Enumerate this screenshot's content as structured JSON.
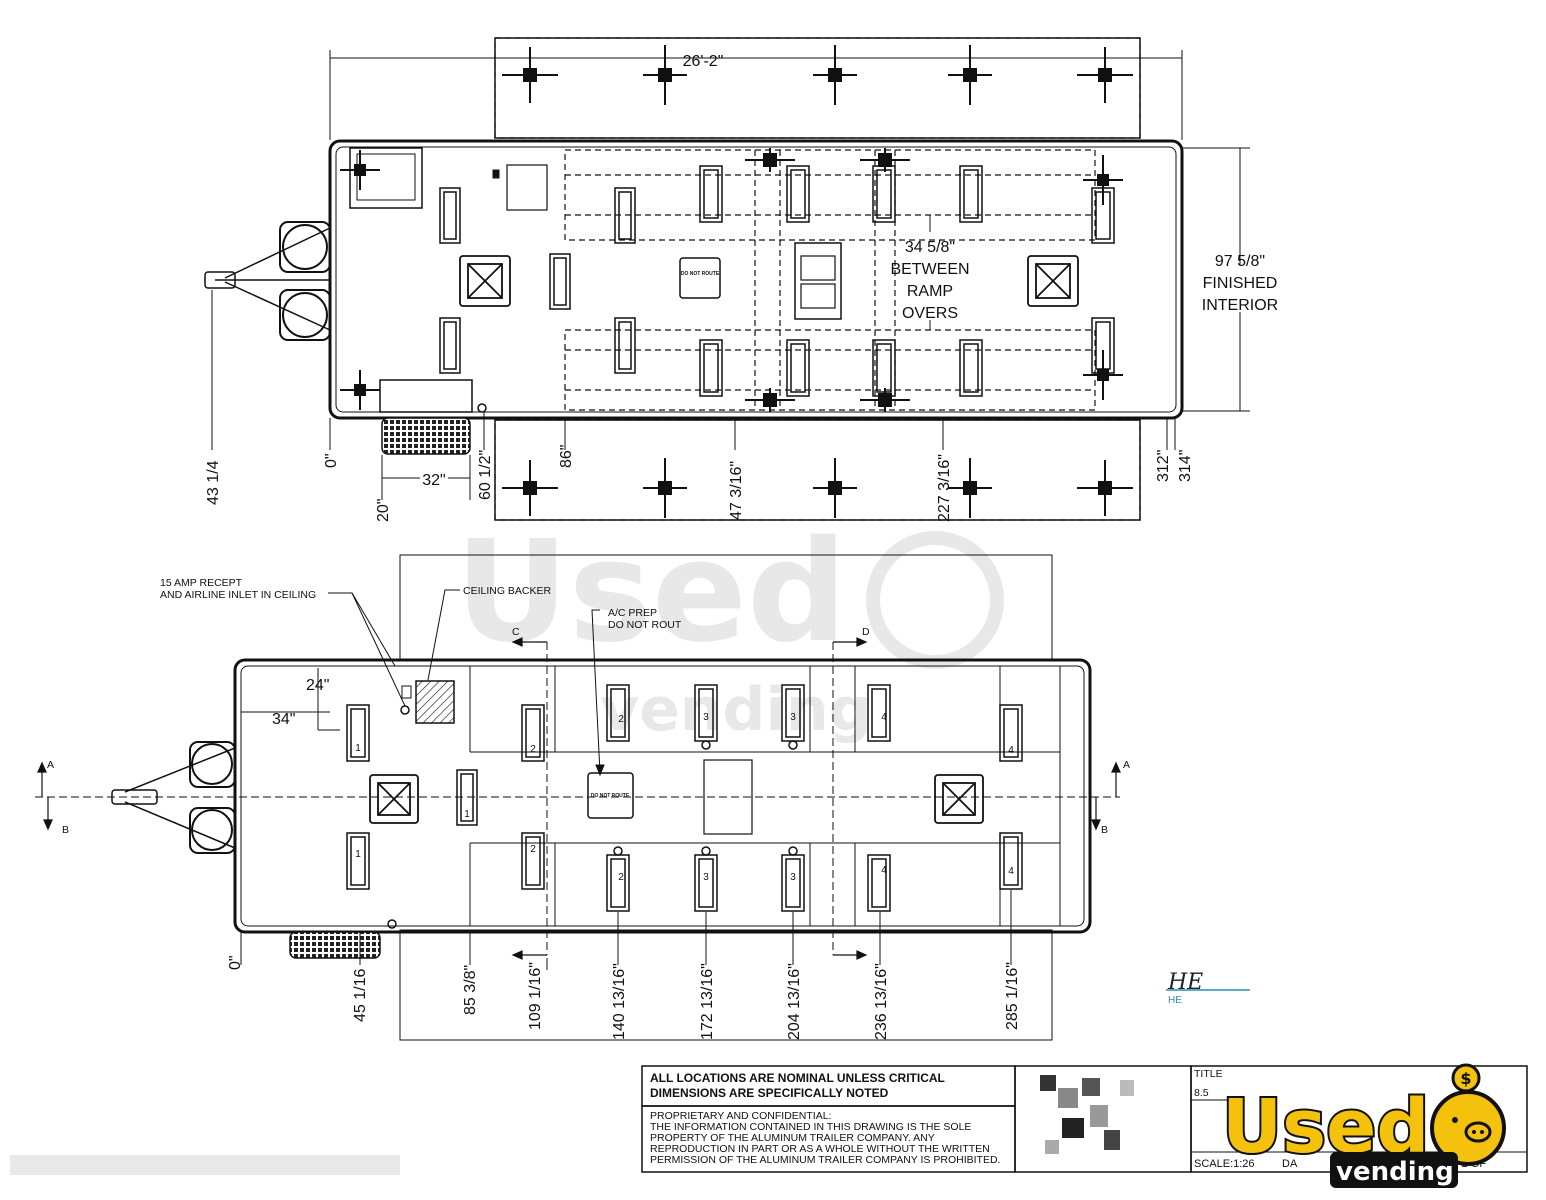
{
  "top_view": {
    "overall_length": "26'-2\"",
    "ramp_label": [
      "34 5/8\"",
      "BETWEEN",
      "RAMP",
      "OVERS"
    ],
    "interior_label": [
      "97 5/8\"",
      "FINISHED",
      "INTERIOR"
    ],
    "dims_bottom": [
      "43 1/4",
      "0\"",
      "20\"",
      "32\"",
      "60 1/2\"",
      "86\"",
      "47 3/16\"",
      "227 3/16\"",
      "312\"",
      "314\""
    ],
    "panel_label": "DO NOT ROUTE"
  },
  "bottom_view": {
    "note_receptacle": [
      "15 AMP RECEPT",
      "AND AIRLINE INLET IN CEILING"
    ],
    "note_ceiling_backer": "CEILING BACKER",
    "note_ac": [
      "A/C PREP",
      "DO NOT ROUT"
    ],
    "dim_24": "24\"",
    "dim_34": "34\"",
    "section_c": "C",
    "section_d": "D",
    "section_a": "A",
    "section_b": "B",
    "dims_bottom": [
      "0\"",
      "45 1/16",
      "85 3/8\"",
      "109 1/16\"",
      "140 13/16\"",
      "172 13/16\"",
      "204 13/16\"",
      "236 13/16\"",
      "285 1/16\""
    ],
    "panel_label": "DO NOT ROUTE"
  },
  "signature": {
    "mark": "HE",
    "initials": "HE"
  },
  "title_block": {
    "notice_line1": "ALL LOCATIONS ARE NOMINAL UNLESS CRITICAL",
    "notice_line2": "DIMENSIONS ARE SPECIFICALLY NOTED",
    "confidential": [
      "PROPRIETARY AND CONFIDENTIAL:",
      "THE INFORMATION CONTAINED IN THIS DRAWING IS THE SOLE",
      "PROPERTY OF THE ALUMINUM TRAILER COMPANY.  ANY",
      "REPRODUCTION IN PART OR AS A WHOLE WITHOUT THE WRITTEN",
      "PERMISSION OF THE ALUMINUM TRAILER COMPANY IS PROHIBITED."
    ],
    "title_label": "TITLE",
    "title_value": "8.5",
    "scale": "SCALE:1:26",
    "date_label": "DA",
    "sheet": "SHE  2 OF"
  },
  "logo": {
    "word": "Used",
    "sub": "vending"
  },
  "colors": {
    "ink": "#111111",
    "logo_yellow": "#f4c20d",
    "signature_blue": "#2b8fb0"
  }
}
